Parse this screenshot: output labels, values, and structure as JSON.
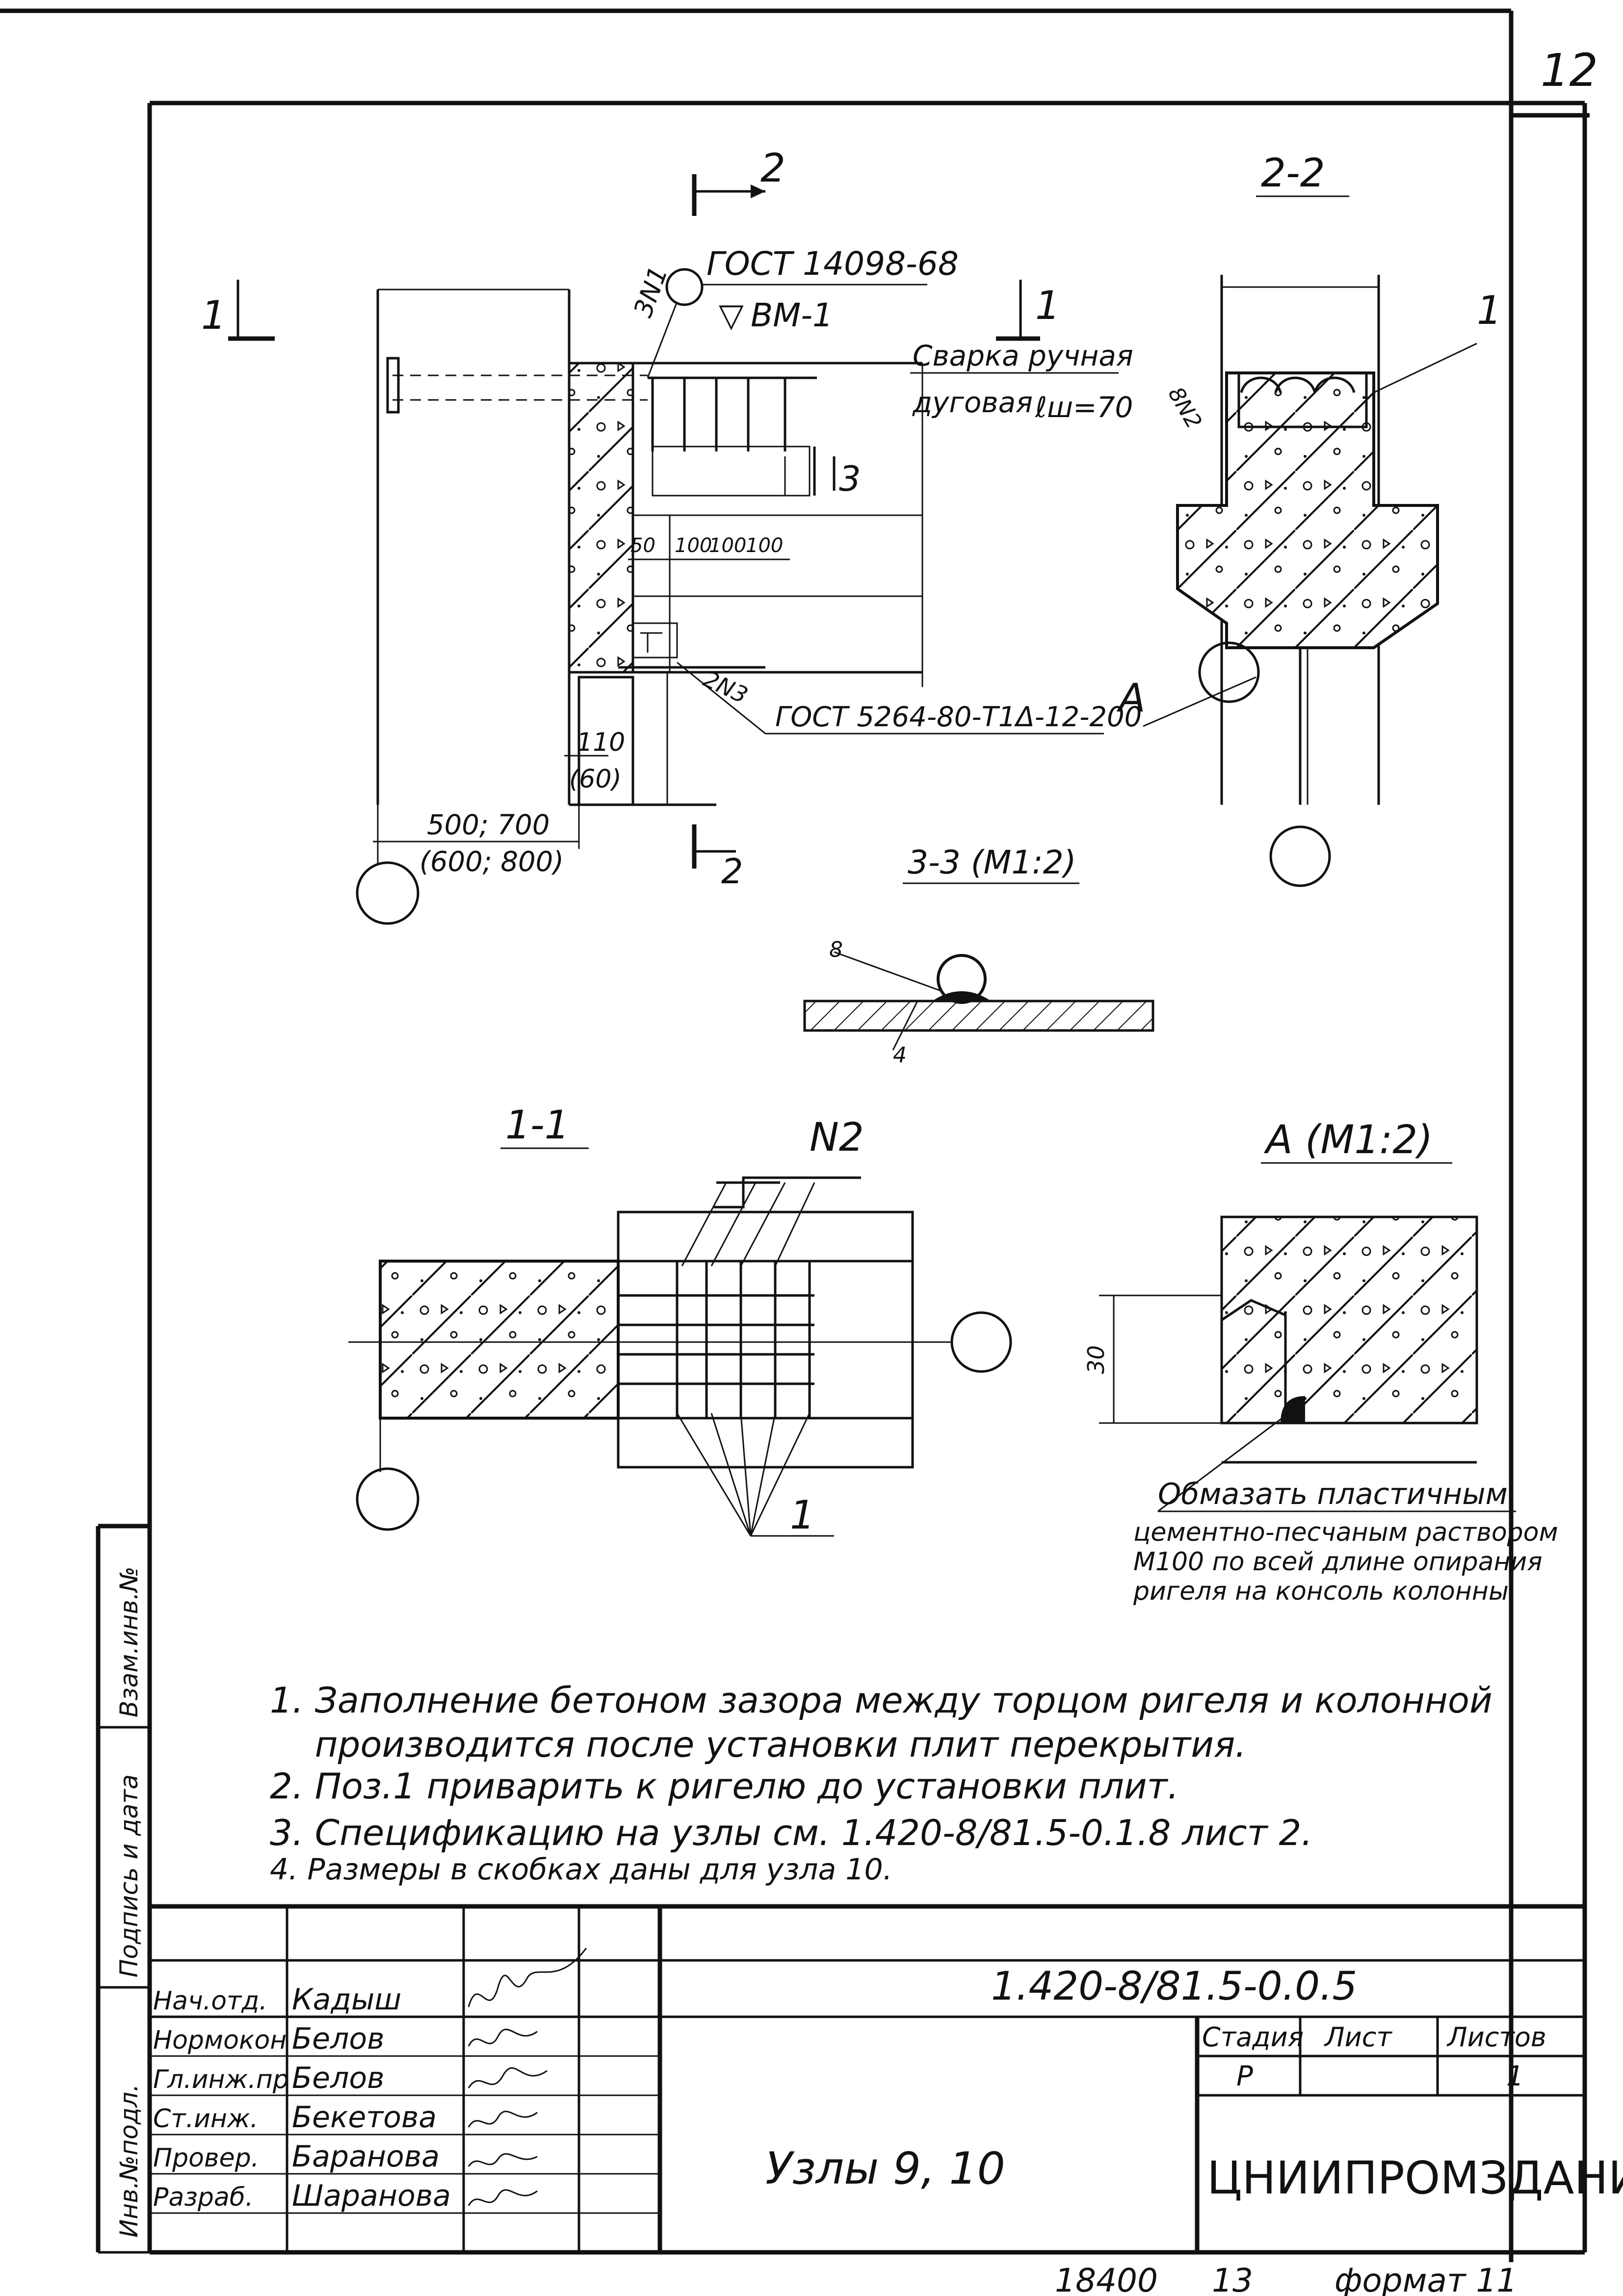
{
  "sheet": {
    "page_number": "12",
    "document_code": "1.420-8/81.5-0.0.5",
    "title": "Узлы 9, 10",
    "organization": "ЦНИИПРОМЗДАНИЙ",
    "footer_number": "18400",
    "footer_count": "13",
    "footer_format": "формат 11"
  },
  "stamp": {
    "headers": {
      "stage": "Стадия",
      "sheet": "Лист",
      "sheets": "Листов"
    },
    "values": {
      "stage": "Р",
      "sheet": "",
      "sheets": "1"
    },
    "roles": [
      {
        "role": "Нач.отд.",
        "name": "Кадыш"
      },
      {
        "role": "Нормокон",
        "name": "Белов"
      },
      {
        "role": "Гл.инж.пр",
        "name": "Белов"
      },
      {
        "role": "Ст.инж.",
        "name": "Бекетова"
      },
      {
        "role": "Провер.",
        "name": "Баранова"
      },
      {
        "role": "Разраб.",
        "name": "Шаранова"
      }
    ]
  },
  "side_stamp": {
    "inv_no": "Инв.№подл.",
    "signature_date": "Подпись и дата",
    "replace_inv": "Взам.инв.№"
  },
  "drawing": {
    "section_2": "2",
    "section_1": "1",
    "section_3": "3",
    "view_2_2": "2-2",
    "view_1_1": "1-1",
    "view_3_3": "3-3 (М1:2)",
    "view_A": "А (М1:2)",
    "mark_A": "А",
    "gost_weld_top": "ГОСТ 14098-68",
    "weld_type": "ВМ-1",
    "weld_3N1": "3N1",
    "manual_weld_1": "Сварка ручная",
    "manual_weld_2": "дуговая",
    "weld_length": "ℓш=70",
    "weld_8N2": "8N2",
    "gost_weld_bottom": "ГОСТ 5264-80-Т1Δ-12-200",
    "weld_2N3": "2N3",
    "pos_1": "1",
    "pos_N2": "N2",
    "dim_spacing": [
      "50",
      "100",
      "100",
      "100"
    ],
    "dim_110": "110",
    "dim_60": "(60)",
    "dim_width_1": "500; 700",
    "dim_width_2": "(600; 800)",
    "dim_8": "8",
    "dim_4": "4",
    "dim_30": "30",
    "note_A": [
      "Обмазать пластичным",
      "цементно-песчаным раствором",
      "М100 по всей длине опирания",
      "ригеля на консоль колонны"
    ]
  },
  "notes": [
    "1. Заполнение бетоном зазора между торцом ригеля и колонной",
    "    производится после установки плит перекрытия.",
    "2. Поз.1 приварить к ригелю до установки плит.",
    "3. Спецификацию на узлы см. 1.420-8/81.5-0.1.8 лист 2.",
    "4. Размеры в скобках даны для узла 10."
  ]
}
